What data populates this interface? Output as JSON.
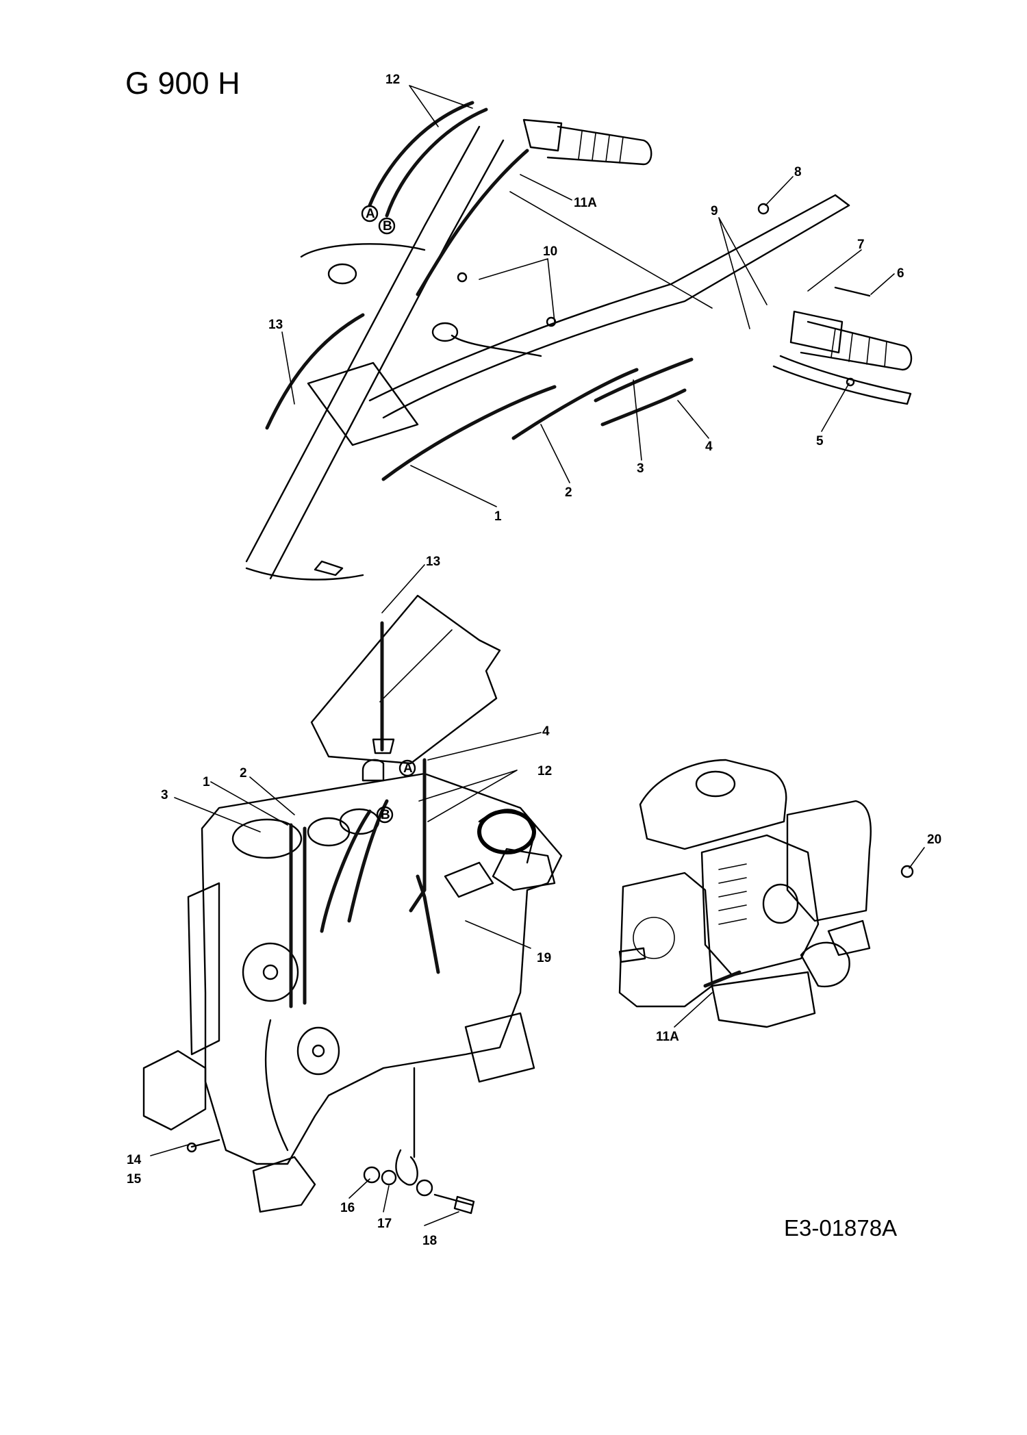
{
  "title": "G 900 H",
  "drawing_code": "E3-01878A",
  "callouts": {
    "c12_top": "12",
    "c11a_top": "11A",
    "c_a_top": "A",
    "c_b_top": "B",
    "c10": "10",
    "c13_top": "13",
    "c9": "9",
    "c8": "8",
    "c7": "7",
    "c6": "6",
    "c5": "5",
    "c4_top": "4",
    "c3_top": "3",
    "c2_top": "2",
    "c1_top": "1",
    "c13_mid": "13",
    "c4_mid": "4",
    "c12_mid": "12",
    "c2_mid": "2",
    "c1_mid": "1",
    "c3_mid": "3",
    "c_a_mid": "A",
    "c_b_mid": "B",
    "c19": "19",
    "c14": "14",
    "c15": "15",
    "c16": "16",
    "c17": "17",
    "c18": "18",
    "c20": "20",
    "c11a_engine": "11A"
  }
}
